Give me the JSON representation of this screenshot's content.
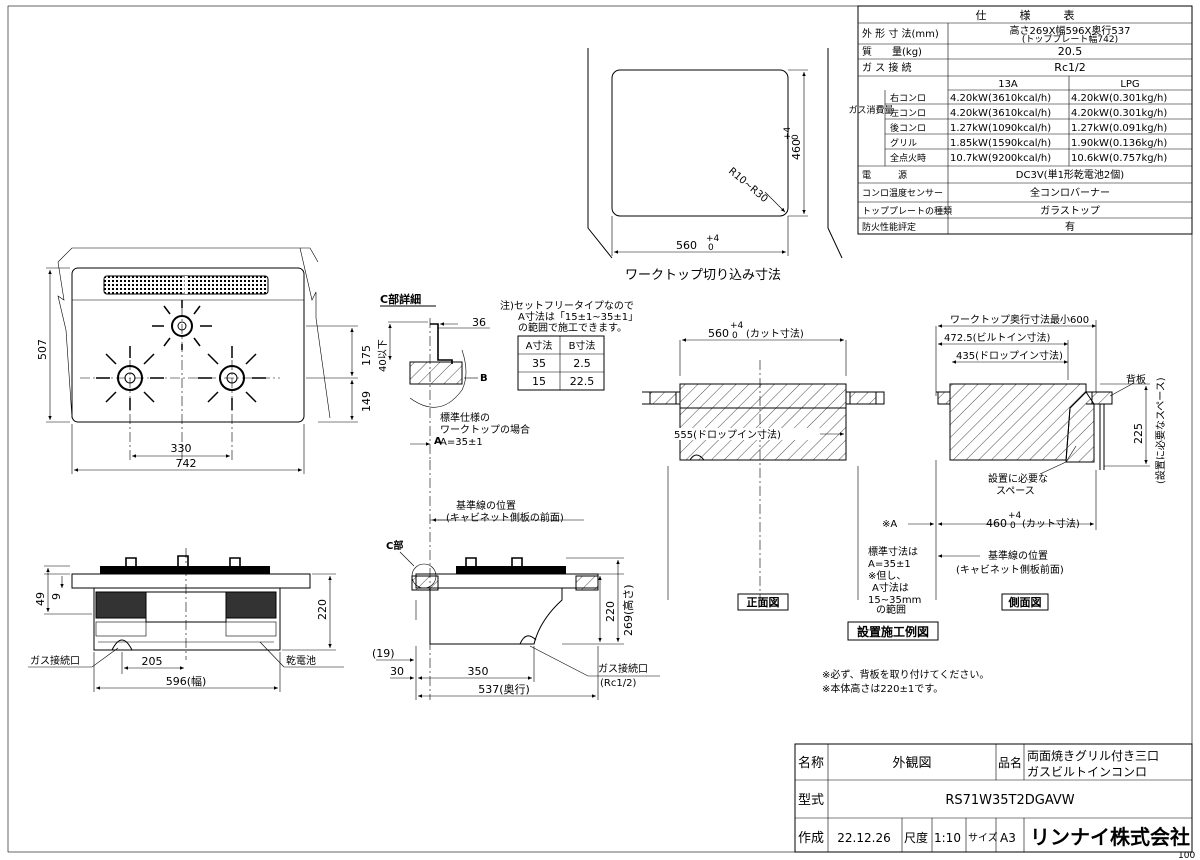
{
  "spec": {
    "title": "仕　　　様　　　表",
    "rows": [
      {
        "label": "外 形 寸 法(mm)",
        "value": "高さ269X幅596X奥行537",
        "value2": "(トッププレート幅742)"
      },
      {
        "label": "質　　量(kg)",
        "value": "20.5"
      },
      {
        "label": "ガ ス 接 続",
        "value": "Rc1/2"
      }
    ],
    "gas_group": "ガス消費量",
    "gas_headers": [
      "13A",
      "LPG"
    ],
    "gas_rows": [
      {
        "label": "右コンロ",
        "a": "4.20kW(3610kcal/h)",
        "b": "4.20kW(0.301kg/h)"
      },
      {
        "label": "左コンロ",
        "a": "4.20kW(3610kcal/h)",
        "b": "4.20kW(0.301kg/h)"
      },
      {
        "label": "後コンロ",
        "a": "1.27kW(1090kcal/h)",
        "b": "1.27kW(0.091kg/h)"
      },
      {
        "label": "グリル",
        "a": "1.85kW(1590kcal/h)",
        "b": "1.90kW(0.136kg/h)"
      },
      {
        "label": "全点火時",
        "a": "10.7kW(9200kcal/h)",
        "b": "10.6kW(0.757kg/h)"
      }
    ],
    "tail_rows": [
      {
        "label": "電　　　源",
        "value": "DC3V(単1形乾電池2個)"
      },
      {
        "label": "コンロ温度センサー",
        "value": "全コンロバーナー"
      },
      {
        "label": "トッププレートの種類",
        "value": "ガラストップ"
      },
      {
        "label": "防火性能評定",
        "value": "有"
      }
    ]
  },
  "cutout": {
    "caption": "ワークトップ切り込み寸法",
    "width": "560",
    "height": "460",
    "tol": "+4",
    "tol0": "0",
    "corner": "R10~R30"
  },
  "top_view": {
    "d507": "507",
    "d175": "175",
    "d149": "149",
    "d330": "330",
    "d742": "742"
  },
  "front_view": {
    "d49": "49",
    "d9": "9",
    "d220": "220",
    "d205": "205",
    "d596": "596(幅)",
    "gas_label": "ガス接続口",
    "battery_label": "乾電池"
  },
  "side_view": {
    "c_label": "C部",
    "d220": "220",
    "d269": "269(高さ)",
    "d19": "(19)",
    "d30": "30",
    "d350": "350",
    "d537": "537(奥行)",
    "gas_label": "ガス接続口",
    "gas_sub": "(Rc1/2)",
    "ref_line": "基準線の位置",
    "ref_sub": "(キャビネット側板の前面)"
  },
  "detail_c": {
    "title": "C部詳細",
    "d36": "36",
    "d40": "40以下",
    "b": "B",
    "a": "A",
    "std1": "標準仕様の",
    "std2": "ワークトップの場合",
    "std3": "A=35±1"
  },
  "note": {
    "lines": [
      "注)セットフリータイプなので",
      "A寸法は「15±1~35±1」",
      "の範囲で施工できます。"
    ],
    "headers": [
      "A寸法",
      "B寸法"
    ],
    "rows": [
      [
        "35",
        "2.5"
      ],
      [
        "15",
        "22.5"
      ]
    ]
  },
  "install": {
    "front_title": "正面図",
    "side_title": "側面図",
    "title": "設置施工例図",
    "cut": "560",
    "cut_label": "(カット寸法)",
    "drop": "555(ドロップイン寸法)",
    "wt_depth": "ワークトップ奥行寸法最小600",
    "builtin": "472.5(ビルトイン寸法)",
    "dropin": "435(ドロップイン寸法)",
    "back_plate": "背板",
    "d225": "225",
    "space_v": "(設置に必要なスペース)",
    "space1": "設置に必要な",
    "space2": "スペース",
    "d460": "460",
    "cut2": "(カット寸法)",
    "starA": "※A",
    "std_lines": [
      "標準寸法は",
      "A=35±1",
      "※但し、",
      "A寸法は",
      "15~35mm",
      "の範囲"
    ],
    "ref1": "基準線の位置",
    "ref2": "(キャビネット側板前面)",
    "tol": "+4",
    "tol0": "0"
  },
  "notes": [
    "※必ず、背板を取り付けてください。",
    "※本体高さは220±1です。"
  ],
  "title_block": {
    "name_label": "名称",
    "name_value": "外観図",
    "product_label": "品名",
    "product1": "両面焼きグリル付き三口",
    "product2": "ガスビルトインコンロ",
    "model_label": "型式",
    "model_value": "RS71W35T2DGAVW",
    "made_label": "作成",
    "date": "22.12.26",
    "scale_label": "尺度",
    "scale": "1:10",
    "size_label": "サイズ",
    "size": "A3",
    "company": "リンナイ株式会社",
    "page": "100"
  }
}
